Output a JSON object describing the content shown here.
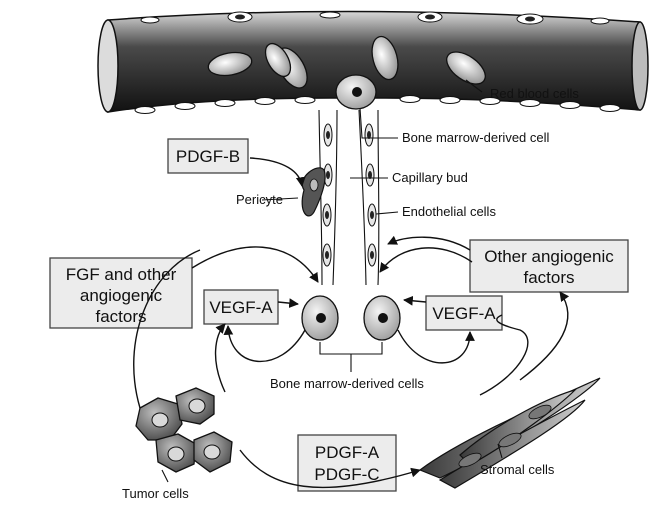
{
  "labels": {
    "red_blood_cells": "Red blood cells",
    "bone_marrow_cell": "Bone marrow-derived cell",
    "capillary_bud": "Capillary bud",
    "pericyte": "Pericyte",
    "endothelial_cells": "Endothelial cells",
    "bone_marrow_cells": "Bone marrow-derived cells",
    "tumor_cells": "Tumor cells",
    "stromal_cells": "Stromal cells"
  },
  "boxes": {
    "pdgf_b": "PDGF-B",
    "fgf_line1": "FGF and other",
    "fgf_line2": "angiogenic",
    "fgf_line3": "factors",
    "other_line1": "Other angiogenic",
    "other_line2": "factors",
    "vegf_left": "VEGF-A",
    "vegf_right": "VEGF-A",
    "pdgf_ac_line1": "PDGF-A",
    "pdgf_ac_line2": "PDGF-C"
  }
}
